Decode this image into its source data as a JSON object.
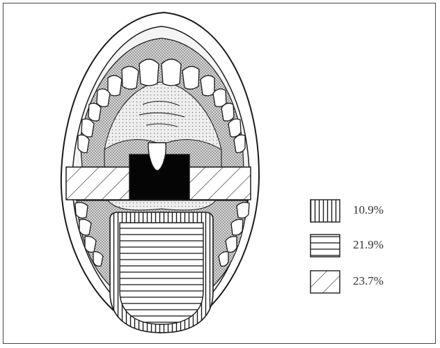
{
  "legend": {
    "items": [
      {
        "key": "vertical-stripes",
        "pattern": "vertical",
        "label": "10.9%"
      },
      {
        "key": "horizontal-stripes",
        "pattern": "horizontal",
        "label": "21.9%"
      },
      {
        "key": "diagonal-stripes",
        "pattern": "diagonal",
        "label": "23.7%"
      }
    ]
  },
  "colors": {
    "ink": "#1a1a1a",
    "stipple": "#9a9a9a",
    "dark_region": "#050505"
  }
}
